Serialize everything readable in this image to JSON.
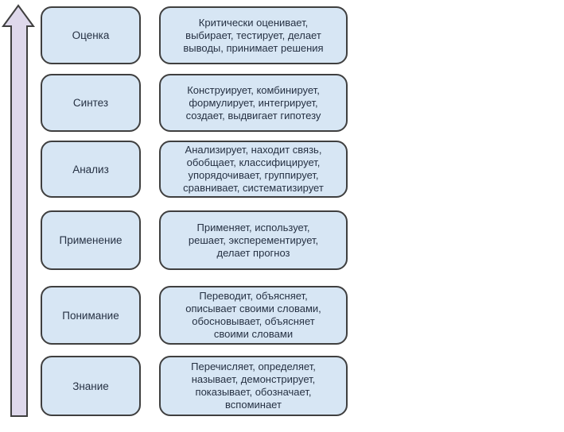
{
  "colors": {
    "box-fill": "#d7e6f4",
    "arrow-fill": "#ded8eb",
    "border": "#3f3f3f",
    "text": "#263143"
  },
  "diagram": {
    "type": "bloom-taxonomy-levels",
    "arrow": {
      "direction": "up",
      "icon": "up-arrow-icon"
    },
    "rows": [
      {
        "label": "Оценка",
        "description": "Критически оценивает,\nвыбирает, тестирует, делает\nвыводы, принимает решения"
      },
      {
        "label": "Синтез",
        "description": "Конструирует, комбинирует,\nформулирует, интегрирует,\nсоздает, выдвигает гипотезу"
      },
      {
        "label": "Анализ",
        "description": "Анализирует, находит связь,\nобобщает, классифицирует,\nупорядочивает, группирует,\nсравнивает, систематизирует"
      },
      {
        "label": "Применение",
        "description": "Применяет, использует,\nрешает, эксперементирует,\nделает прогноз"
      },
      {
        "label": "Понимание",
        "description": "Переводит, объясняет,\nописывает своими словами,\nобосновывает, объясняет\nсвоими словами"
      },
      {
        "label": "Знание",
        "description": "Перечисляет, определяет,\nназывает, демонстрирует,\nпоказывает, обозначает,\nвспоминает"
      }
    ]
  }
}
